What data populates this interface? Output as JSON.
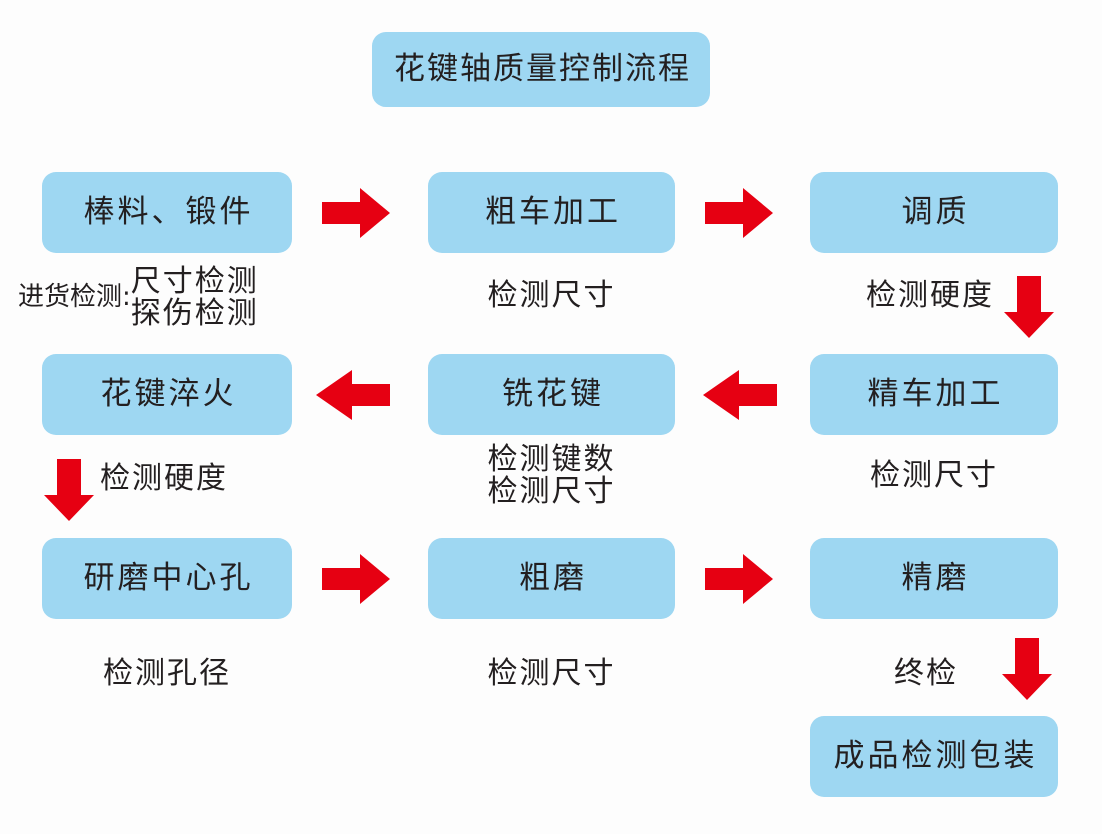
{
  "diagram": {
    "title": "花键轴质量控制流程",
    "background_color": "#fdfdfd",
    "box_color": "#9ed7f2",
    "arrow_color": "#e60012",
    "text_color": "#231f20",
    "nodes": [
      {
        "id": "n1",
        "label": "棒料、锻件"
      },
      {
        "id": "n2",
        "label": "粗车加工"
      },
      {
        "id": "n3",
        "label": "调质"
      },
      {
        "id": "n4",
        "label": "花键淬火"
      },
      {
        "id": "n5",
        "label": "铣花键"
      },
      {
        "id": "n6",
        "label": "精车加工"
      },
      {
        "id": "n7",
        "label": "研磨中心孔"
      },
      {
        "id": "n8",
        "label": "粗磨"
      },
      {
        "id": "n9",
        "label": "精磨"
      },
      {
        "id": "n10",
        "label": "成品检测包装"
      }
    ],
    "captions": {
      "c1_label": "进货检测:",
      "c1_line1": "尺寸检测",
      "c1_line2": "探伤检测",
      "c2": "检测尺寸",
      "c3": "检测硬度",
      "c4": "检测硬度",
      "c5_line1": "检测键数",
      "c5_line2": "检测尺寸",
      "c6": "检测尺寸",
      "c7": "检测孔径",
      "c8": "检测尺寸",
      "c9": "终检"
    },
    "arrows": [
      {
        "id": "a1",
        "direction": "right",
        "from": "n1",
        "to": "n2"
      },
      {
        "id": "a2",
        "direction": "right",
        "from": "n2",
        "to": "n3"
      },
      {
        "id": "a3",
        "direction": "down",
        "from": "n3",
        "to": "n6"
      },
      {
        "id": "a4",
        "direction": "left",
        "from": "n6",
        "to": "n5"
      },
      {
        "id": "a5",
        "direction": "left",
        "from": "n5",
        "to": "n4"
      },
      {
        "id": "a6",
        "direction": "down",
        "from": "n4",
        "to": "n7"
      },
      {
        "id": "a7",
        "direction": "right",
        "from": "n7",
        "to": "n8"
      },
      {
        "id": "a8",
        "direction": "right",
        "from": "n8",
        "to": "n9"
      },
      {
        "id": "a9",
        "direction": "down",
        "from": "n9",
        "to": "n10"
      }
    ]
  }
}
